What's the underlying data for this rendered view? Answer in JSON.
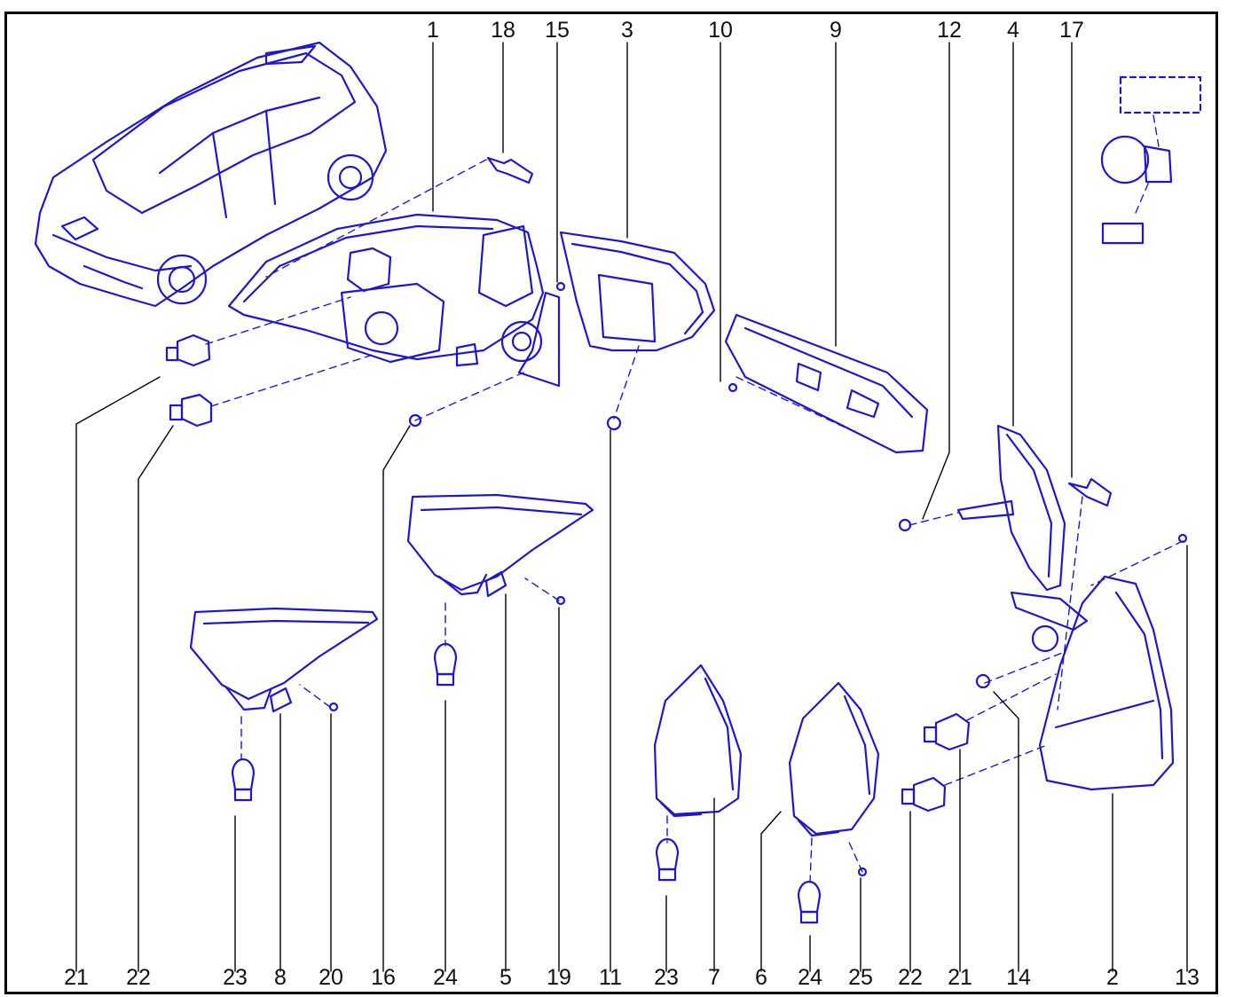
{
  "colors": {
    "line": "#2018c8",
    "fill": "#ffffff",
    "label": "#111111",
    "frame": "#000000"
  },
  "top_labels": [
    "1",
    "18",
    "15",
    "3",
    "10",
    "9",
    "12",
    "4",
    "17"
  ],
  "bottom_labels": [
    "21",
    "22",
    "23",
    "8",
    "20",
    "16",
    "24",
    "5",
    "19",
    "11",
    "23",
    "7",
    "6",
    "24",
    "25",
    "22",
    "21",
    "14",
    "2",
    "13"
  ]
}
